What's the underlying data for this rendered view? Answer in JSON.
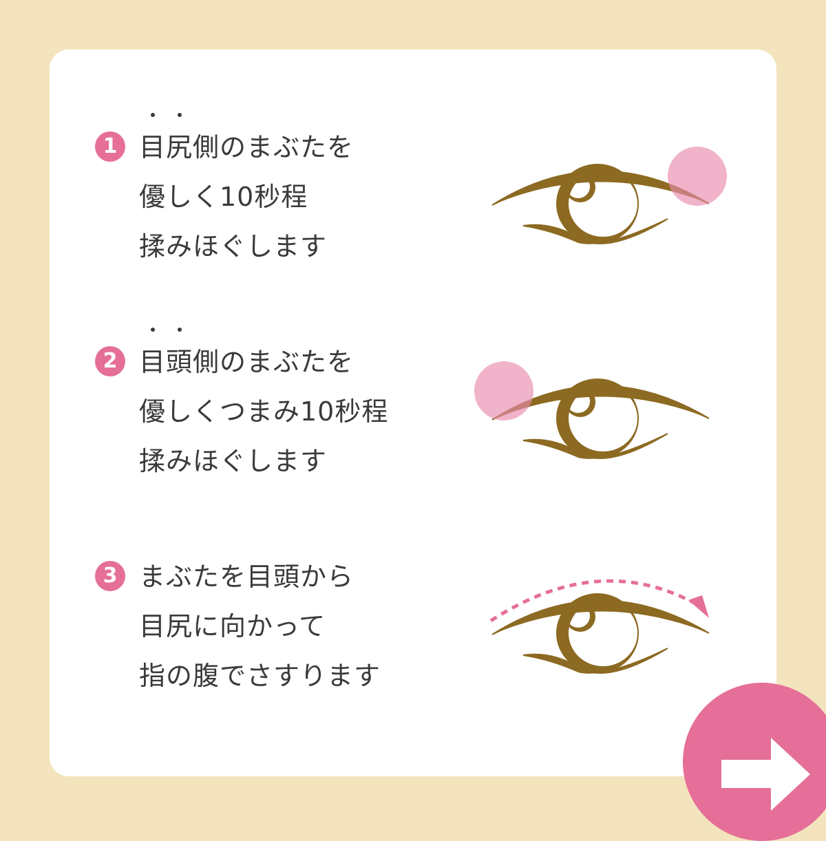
{
  "colors": {
    "background": "#F3E4BE",
    "card": "#FFFFFF",
    "accent_pink": "#E56F98",
    "highlight_pink": "#EEB0C6",
    "eye_brown": "#8C6A22",
    "text": "#3A3A3A"
  },
  "steps": [
    {
      "number": "1",
      "lines": [
        "目尻側のまぶたを",
        "優しく10秒程",
        "揉みほぐします"
      ],
      "emphasis": [
        "目",
        "尻"
      ],
      "line1_rest": "側のまぶたを",
      "illustration": "eye-icon with pink circle at outer corner"
    },
    {
      "number": "2",
      "lines": [
        "目頭側のまぶたを",
        "優しくつまみ10秒程",
        "揉みほぐします"
      ],
      "emphasis": [
        "目",
        "頭"
      ],
      "line1_rest": "側のまぶたを",
      "illustration": "eye-icon with pink circle at inner corner"
    },
    {
      "number": "3",
      "lines": [
        "まぶたを目頭から",
        "目尻に向かって",
        "指の腹でさすります"
      ],
      "illustration": "eye-icon with dotted arrow from inner to outer corner"
    }
  ],
  "next_button": {
    "icon": "arrow-right-icon"
  }
}
